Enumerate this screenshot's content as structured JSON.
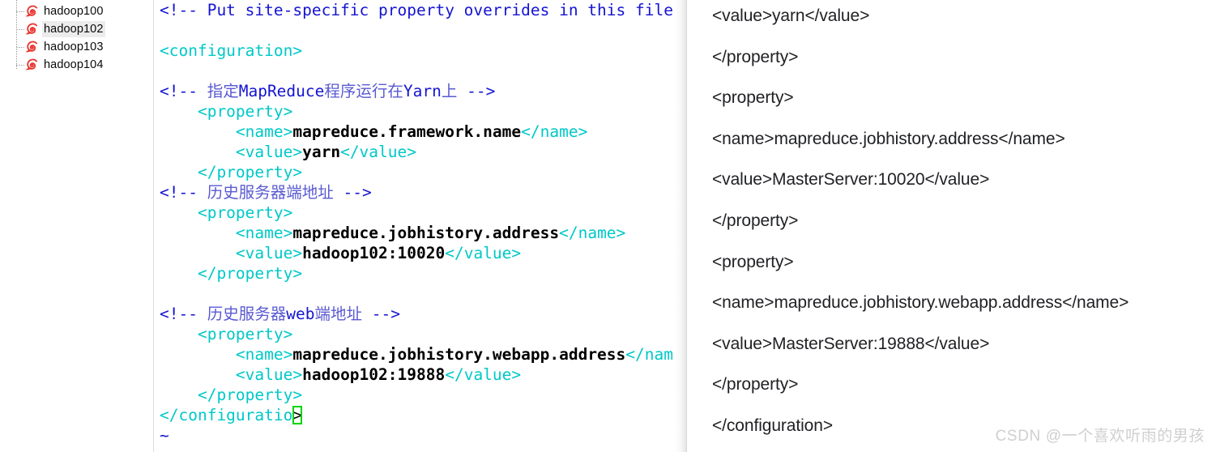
{
  "sessions": {
    "icon": "xshell-session-icon",
    "items": [
      {
        "label": "hadoop100",
        "selected": false
      },
      {
        "label": "hadoop102",
        "selected": true
      },
      {
        "label": "hadoop103",
        "selected": false
      },
      {
        "label": "hadoop104",
        "selected": false
      }
    ]
  },
  "terminal": {
    "file": "mapred-site.xml",
    "cursor_char": ">",
    "empty_marker": "~",
    "lines": [
      {
        "id": "l1",
        "segments": [
          {
            "cls": "cmt",
            "text": "<!-- Put site-specific property overrides in this file"
          }
        ]
      },
      {
        "id": "l2",
        "segments": []
      },
      {
        "id": "l3",
        "segments": [
          {
            "cls": "tag",
            "text": "<configuration>"
          }
        ]
      },
      {
        "id": "l4",
        "segments": []
      },
      {
        "id": "l5",
        "segments": [
          {
            "cls": "cmt",
            "text": "<!-- "
          },
          {
            "cls": "cmt-cjk",
            "text": "指定"
          },
          {
            "cls": "cmt",
            "text": "MapReduce"
          },
          {
            "cls": "cmt-cjk",
            "text": "程序运行在"
          },
          {
            "cls": "cmt",
            "text": "Yarn"
          },
          {
            "cls": "cmt-cjk",
            "text": "上"
          },
          {
            "cls": "cmt",
            "text": " -->"
          }
        ]
      },
      {
        "id": "l6",
        "segments": [
          {
            "cls": "tag",
            "text": "    <property>"
          }
        ]
      },
      {
        "id": "l7",
        "segments": [
          {
            "cls": "tag",
            "text": "        <name>"
          },
          {
            "cls": "txt",
            "text": "mapreduce.framework.name"
          },
          {
            "cls": "tag",
            "text": "</name>"
          }
        ]
      },
      {
        "id": "l8",
        "segments": [
          {
            "cls": "tag",
            "text": "        <value>"
          },
          {
            "cls": "txt",
            "text": "yarn"
          },
          {
            "cls": "tag",
            "text": "</value>"
          }
        ]
      },
      {
        "id": "l9",
        "segments": [
          {
            "cls": "tag",
            "text": "    </property>"
          }
        ]
      },
      {
        "id": "l10",
        "segments": [
          {
            "cls": "cmt",
            "text": "<!-- "
          },
          {
            "cls": "cmt-cjk",
            "text": "历史服务器端地址"
          },
          {
            "cls": "cmt",
            "text": " -->"
          }
        ]
      },
      {
        "id": "l11",
        "segments": [
          {
            "cls": "tag",
            "text": "    <property>"
          }
        ]
      },
      {
        "id": "l12",
        "segments": [
          {
            "cls": "tag",
            "text": "        <name>"
          },
          {
            "cls": "txt",
            "text": "mapreduce.jobhistory.address"
          },
          {
            "cls": "tag",
            "text": "</name>"
          }
        ]
      },
      {
        "id": "l13",
        "segments": [
          {
            "cls": "tag",
            "text": "        <value>"
          },
          {
            "cls": "txt",
            "text": "hadoop102:10020"
          },
          {
            "cls": "tag",
            "text": "</value>"
          }
        ]
      },
      {
        "id": "l14",
        "segments": [
          {
            "cls": "tag",
            "text": "    </property>"
          }
        ]
      },
      {
        "id": "l15",
        "segments": []
      },
      {
        "id": "l16",
        "segments": [
          {
            "cls": "cmt",
            "text": "<!-- "
          },
          {
            "cls": "cmt-cjk",
            "text": "历史服务器"
          },
          {
            "cls": "cmt",
            "text": "web"
          },
          {
            "cls": "cmt-cjk",
            "text": "端地址"
          },
          {
            "cls": "cmt",
            "text": " -->"
          }
        ]
      },
      {
        "id": "l17",
        "segments": [
          {
            "cls": "tag",
            "text": "    <property>"
          }
        ]
      },
      {
        "id": "l18",
        "segments": [
          {
            "cls": "tag",
            "text": "        <name>"
          },
          {
            "cls": "txt",
            "text": "mapreduce.jobhistory.webapp.address"
          },
          {
            "cls": "tag",
            "text": "</nam"
          }
        ]
      },
      {
        "id": "l19",
        "segments": [
          {
            "cls": "tag",
            "text": "        <value>"
          },
          {
            "cls": "txt",
            "text": "hadoop102:19888"
          },
          {
            "cls": "tag",
            "text": "</value>"
          }
        ]
      },
      {
        "id": "l20",
        "segments": [
          {
            "cls": "tag",
            "text": "    </property>"
          }
        ]
      },
      {
        "id": "l21",
        "segments": [
          {
            "cls": "tag",
            "text": "</configuratio"
          },
          {
            "cls": "cursor",
            "text": ">"
          }
        ]
      },
      {
        "id": "l22",
        "segments": [
          {
            "cls": "tilde",
            "text": "~"
          }
        ]
      }
    ]
  },
  "notes": {
    "lines": [
      "<value>yarn</value>",
      "</property>",
      "<property>",
      "<name>mapreduce.jobhistory.address</name>",
      "<value>MasterServer:10020</value>",
      "</property>",
      "<property>",
      "<name>mapreduce.jobhistory.webapp.address</name>",
      "<value>MasterServer:19888</value>",
      "</property>",
      "</configuration>"
    ]
  },
  "watermark": {
    "text": "CSDN @一个喜欢听雨的男孩"
  },
  "colors": {
    "comment": "#1414d2",
    "tag": "#00c8c8",
    "text": "#000000",
    "cursor_outline": "#00d400",
    "selection": "#ececec",
    "session_icon": "#e8312b"
  }
}
